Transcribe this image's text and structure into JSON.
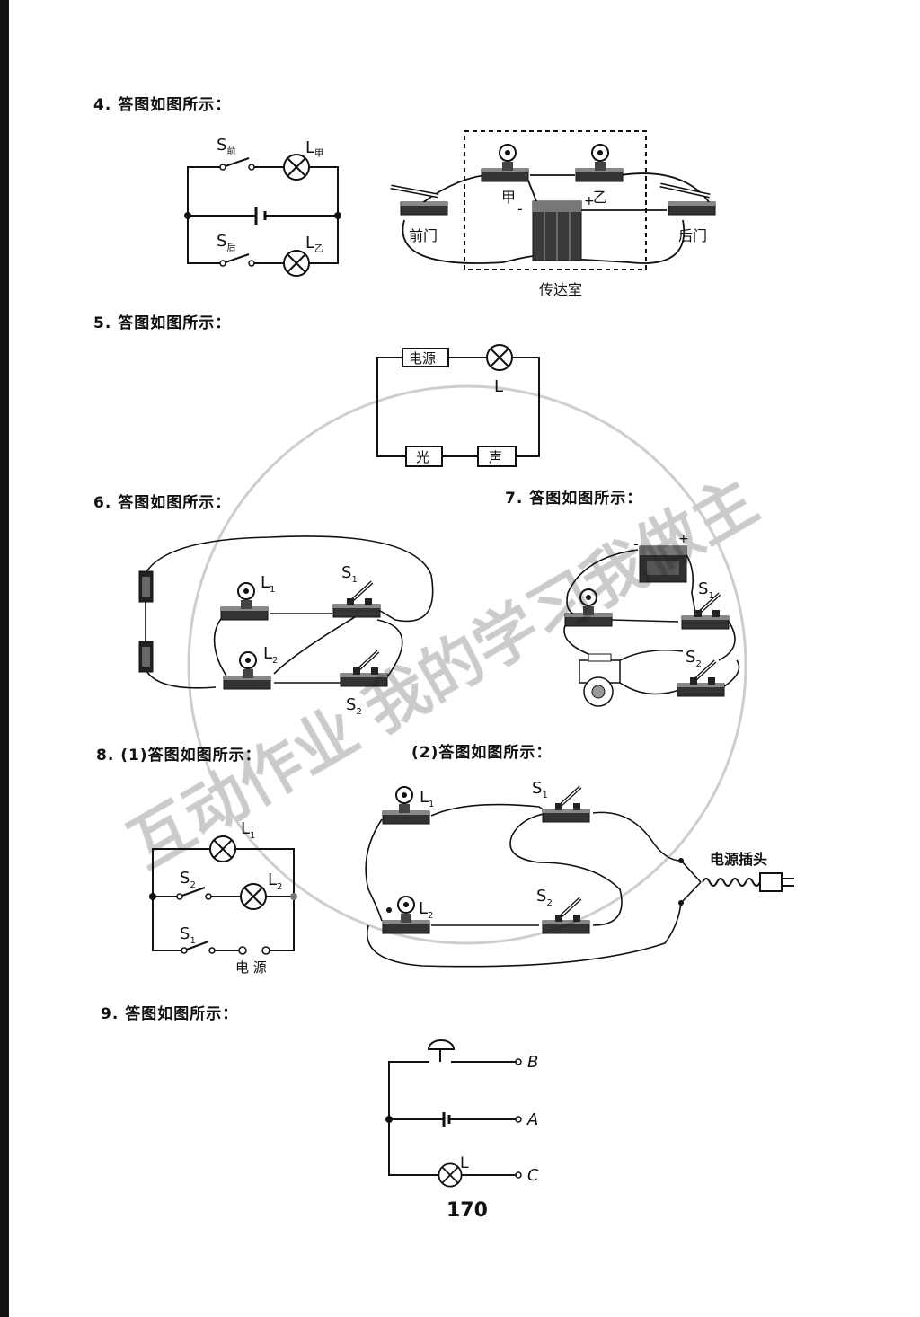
{
  "questions": {
    "q4": "4. 答图如图所示：",
    "q5": "5. 答图如图所示：",
    "q6": "6. 答图如图所示：",
    "q7": "7. 答图如图所示：",
    "q8a": "8. (1)答图如图所示：",
    "q8b": "(2)答图如图所示：",
    "q9": "9. 答图如图所示："
  },
  "fig4": {
    "switch_front": "S",
    "switch_front_sub": "前",
    "switch_back": "S",
    "switch_back_sub": "后",
    "lamp_jia": "L",
    "lamp_jia_sub": "甲",
    "lamp_yi": "L",
    "lamp_yi_sub": "乙",
    "jia": "甲",
    "yi": "乙",
    "front_door": "前门",
    "back_door": "后门",
    "reception": "传达室",
    "minus": "-",
    "plus": "+"
  },
  "fig5": {
    "power": "电源",
    "lamp": "L",
    "light": "光",
    "sound": "声"
  },
  "fig6": {
    "l1": "L",
    "l1_sub": "1",
    "l2": "L",
    "l2_sub": "2",
    "s1": "S",
    "s1_sub": "1",
    "s2": "S",
    "s2_sub": "2"
  },
  "fig7": {
    "s1": "S",
    "s1_sub": "1",
    "s2": "S",
    "s2_sub": "2",
    "minus": "-",
    "plus": "+"
  },
  "fig8a": {
    "l1": "L",
    "l1_sub": "1",
    "l2": "L",
    "l2_sub": "2",
    "s1": "S",
    "s1_sub": "1",
    "s2": "S",
    "s2_sub": "2",
    "power": "电 源"
  },
  "fig8b": {
    "l1": "L",
    "l1_sub": "1",
    "l2": "L",
    "l2_sub": "2",
    "s1": "S",
    "s1_sub": "1",
    "s2": "S",
    "s2_sub": "2",
    "plug": "电源插头"
  },
  "fig9": {
    "b": "B",
    "a": "A",
    "c": "C",
    "lamp": "L"
  },
  "watermark": "互动作业 我的学习我做主",
  "page_number": "170"
}
